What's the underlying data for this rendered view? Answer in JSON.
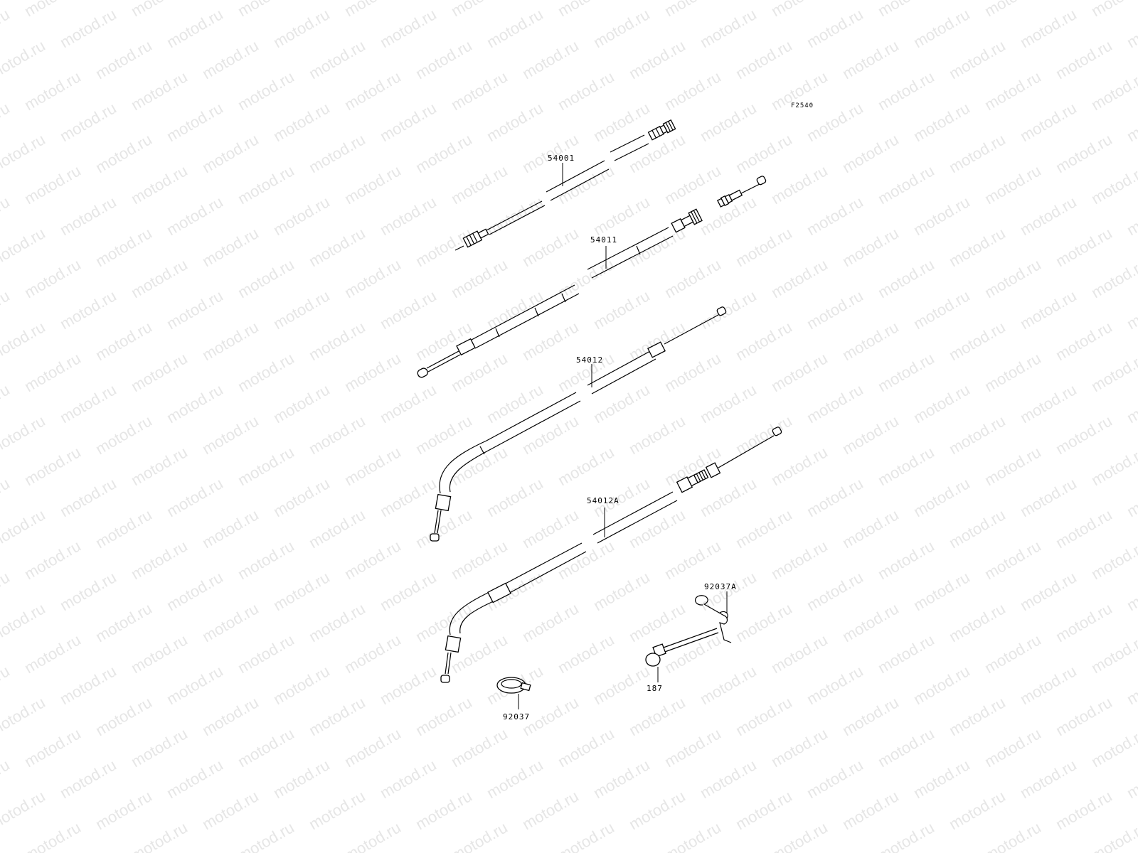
{
  "watermark": {
    "text": "motod.ru"
  },
  "figure_code": "F2540",
  "parts": [
    {
      "id": "cable-54001",
      "label": "54001"
    },
    {
      "id": "cable-54011",
      "label": "54011"
    },
    {
      "id": "cable-54012",
      "label": "54012"
    },
    {
      "id": "cable-54012a",
      "label": "54012A"
    },
    {
      "id": "clamp-92037a",
      "label": "92037A"
    },
    {
      "id": "bolt-187",
      "label": "187"
    },
    {
      "id": "clamp-92037",
      "label": "92037"
    }
  ]
}
